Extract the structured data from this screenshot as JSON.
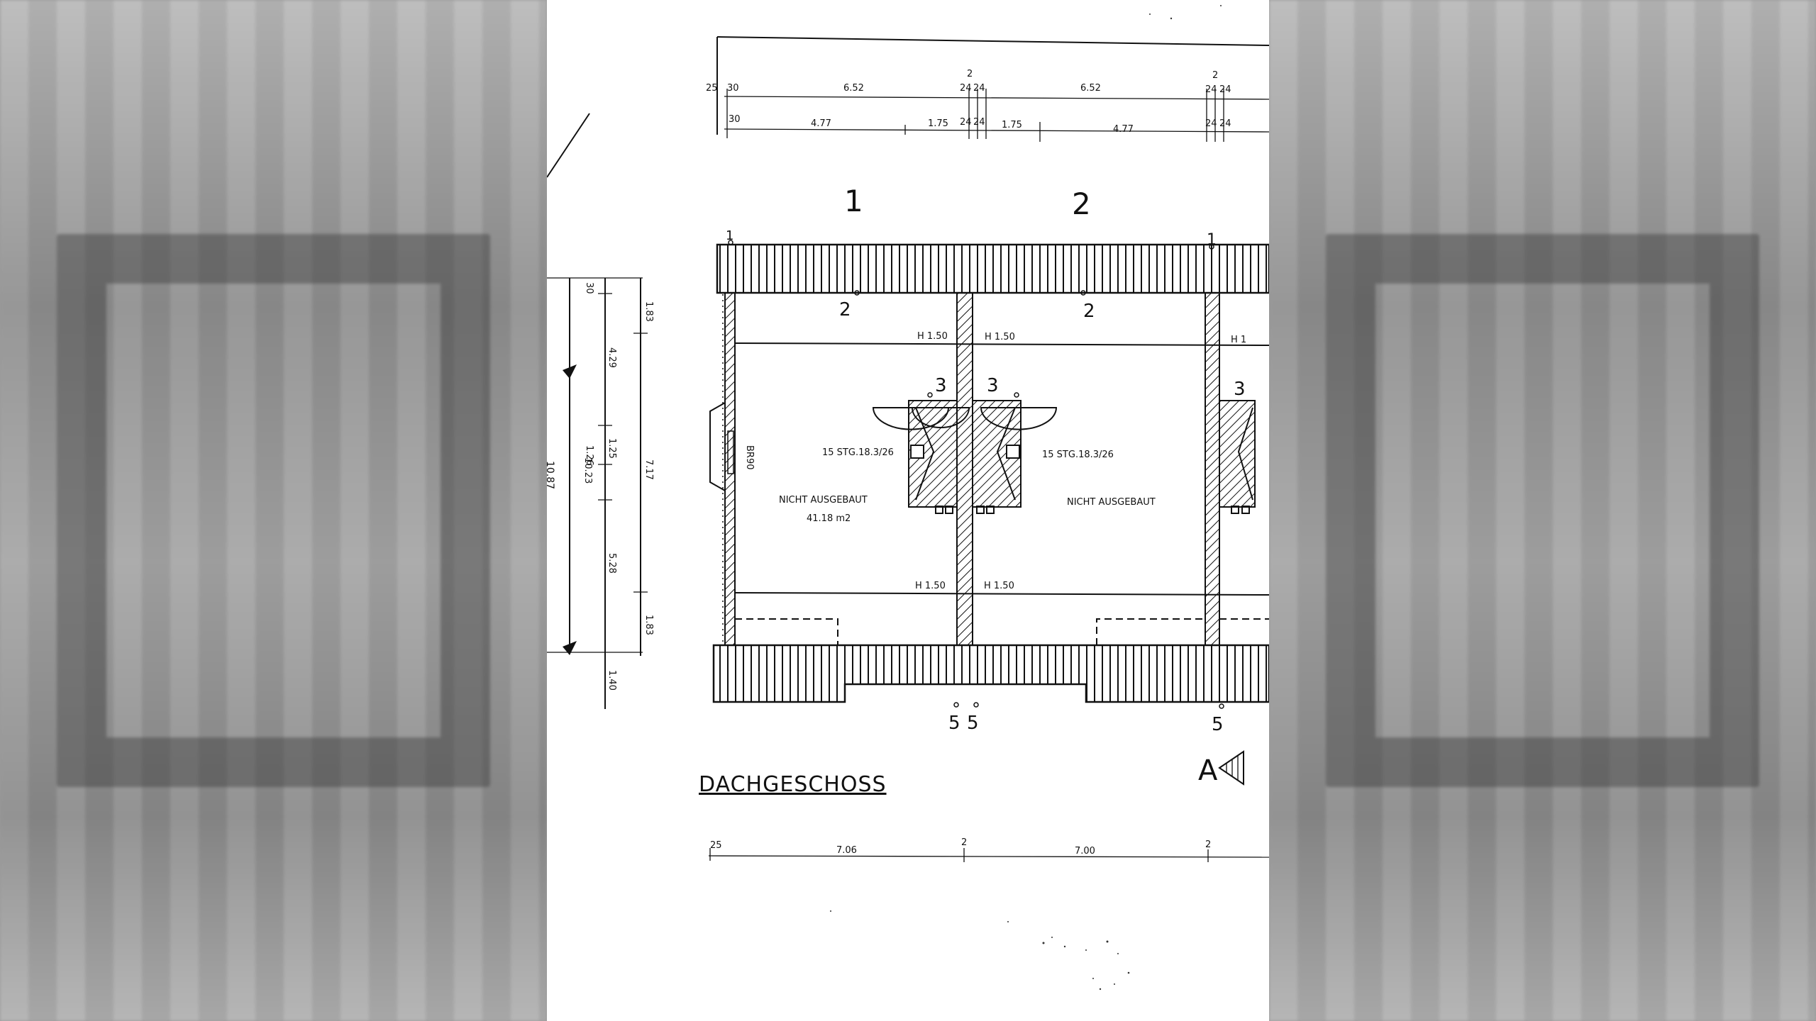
{
  "title": "DACHGESCHOSS",
  "axes": {
    "axis_1": "1",
    "axis_2": "2"
  },
  "top_dims_row1": [
    "25",
    "30",
    "6.52",
    "2",
    "24",
    "24",
    "6.52",
    "2",
    "24",
    "24"
  ],
  "top_dims_row2": [
    "30",
    "4.77",
    "1.75",
    "24",
    "24",
    "1.75",
    "4.77",
    "24",
    "24"
  ],
  "bottom_dims": [
    "25",
    "7.06",
    "2",
    "7.00",
    "2"
  ],
  "left_dims": {
    "outer_total": "10.87",
    "total": "10.23",
    "seg_a": "30",
    "seg_b": "4.29",
    "seg_c": "1.26",
    "seg_d": "1.25",
    "seg_e": "5.28",
    "right_a": "1.83",
    "right_b": "7.17",
    "right_c": "1.83",
    "bottom": "1.40"
  },
  "markers": {
    "top_left": "1",
    "top_right": "1",
    "ref2_left": "2",
    "ref2_right": "2",
    "ref3_a": "3",
    "ref3_b": "3",
    "ref3_c": "3",
    "ref5_a": "5",
    "ref5_b": "5",
    "ref5_c": "5",
    "section": "A"
  },
  "rooms": {
    "left": {
      "label": "NICHT AUSGEBAUT",
      "area": "41.18 m2",
      "stair": "15 STG.18.3/26"
    },
    "right": {
      "label": "NICHT AUSGEBAUT",
      "stair": "15 STG.18.3/26"
    }
  },
  "height_marks": {
    "top_left": "H 1.50",
    "top_mid": "H 1.50",
    "top_right": "H 1",
    "bot_left": "H 1.50",
    "bot_mid": "H 1.50"
  },
  "window_label": "BR90"
}
